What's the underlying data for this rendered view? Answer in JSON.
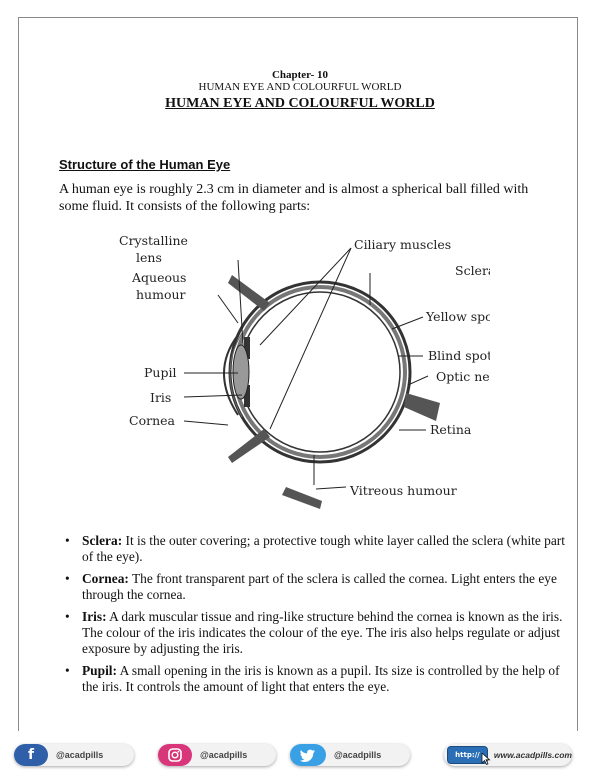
{
  "header": {
    "chapter_number": "Chapter- 10",
    "chapter_subtitle": "HUMAN EYE AND COLOURFUL WORLD",
    "chapter_title": "HUMAN EYE AND COLOURFUL WORLD"
  },
  "section": {
    "heading": "Structure of the Human Eye",
    "intro": "A human eye is roughly 2.3 cm in diameter and is almost a spherical ball filled with some fluid. It consists of the following parts:"
  },
  "diagram": {
    "labels": {
      "crystalline_1": "Crystalline",
      "crystalline_2": "lens",
      "aqueous_1": "Aqueous",
      "aqueous_2": "humour",
      "ciliary": "Ciliary muscles",
      "sclera": "Sclera",
      "yellow_spot": "Yellow spot",
      "blind_spot": "Blind spot",
      "optic_nerve": "Optic nerve",
      "pupil": "Pupil",
      "iris": "Iris",
      "cornea": "Cornea",
      "retina": "Retina",
      "vitreous": "Vitreous humour"
    }
  },
  "bullets": [
    {
      "term": "Sclera:",
      "text": " It is the outer covering; a protective tough white layer called the sclera (white part of the eye)."
    },
    {
      "term": "Cornea:",
      "text": " The front transparent part of the sclera is called the cornea. Light enters the eye through the cornea."
    },
    {
      "term": "Iris:",
      "text": " A dark muscular tissue and ring-like structure behind the cornea is known as the iris. The colour of the iris indicates the colour of the eye. The iris also helps regulate or adjust exposure by adjusting the iris."
    },
    {
      "term": "Pupil:",
      "text": " A small opening in the iris is known as a pupil. Its size is controlled by the help of the iris. It controls the amount of light that enters the eye."
    }
  ],
  "bullet_glyph": "•",
  "footer": {
    "facebook_glyph": "f",
    "facebook_handle": "@acadpills",
    "instagram_handle": "@acadpills",
    "twitter_handle": "@acadpills",
    "url_tag": "http://",
    "url": "www.acadpills.com",
    "colors": {
      "facebook": "#2f5fa8",
      "instagram": "#d8357a",
      "twitter": "#3aa0e6",
      "web": "#2a6fb6"
    }
  }
}
